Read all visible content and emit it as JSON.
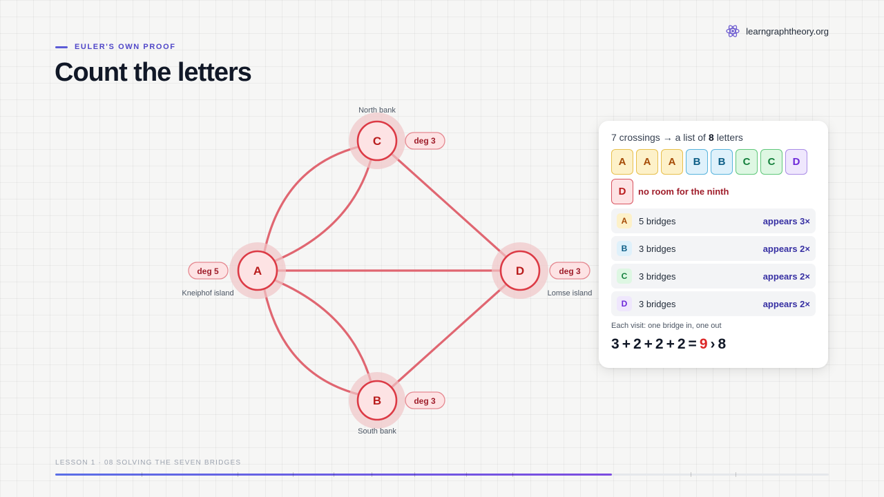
{
  "header": {
    "eyebrow": "EULER'S OWN PROOF",
    "title": "Count the letters",
    "brand": "learngraphtheory.org",
    "brand_icon": "atom-icon"
  },
  "graph": {
    "nodes": {
      "A": {
        "label": "A",
        "bank": "Kneiphof island",
        "degree": "deg 5"
      },
      "B": {
        "label": "B",
        "bank": "South bank",
        "degree": "deg 3"
      },
      "C": {
        "label": "C",
        "bank": "North bank",
        "degree": "deg 3"
      },
      "D": {
        "label": "D",
        "bank": "Lomse island",
        "degree": "deg 3"
      }
    },
    "edge_color": "#e06671",
    "node_color": "#dc2626"
  },
  "panel": {
    "head_prefix": "7 crossings → a list of",
    "head_count": "8",
    "head_suffix": "letters",
    "letters": [
      "A",
      "A",
      "A",
      "B",
      "B",
      "C",
      "C",
      "D"
    ],
    "extra_letter": "D",
    "extra_text": "no room for the ninth",
    "rows": [
      {
        "letter": "A",
        "text": "5 bridges",
        "right": "appears 3×"
      },
      {
        "letter": "B",
        "text": "3 bridges",
        "right": "appears 2×"
      },
      {
        "letter": "C",
        "text": "3 bridges",
        "right": "appears 2×"
      },
      {
        "letter": "D",
        "text": "3 bridges",
        "right": "appears 2×"
      }
    ],
    "note": "Each visit: one bridge in, one out",
    "equation": {
      "t1": "3",
      "p1": "+",
      "t2": "2",
      "p2": "+",
      "t3": "2",
      "p3": "+",
      "t4": "2",
      "eq": "=",
      "result": "9",
      "gt": "›",
      "limit": "8"
    }
  },
  "footer": {
    "lesson": "LESSON 1 · 08 SOLVING THE SEVEN BRIDGES",
    "progress": 0.72
  }
}
